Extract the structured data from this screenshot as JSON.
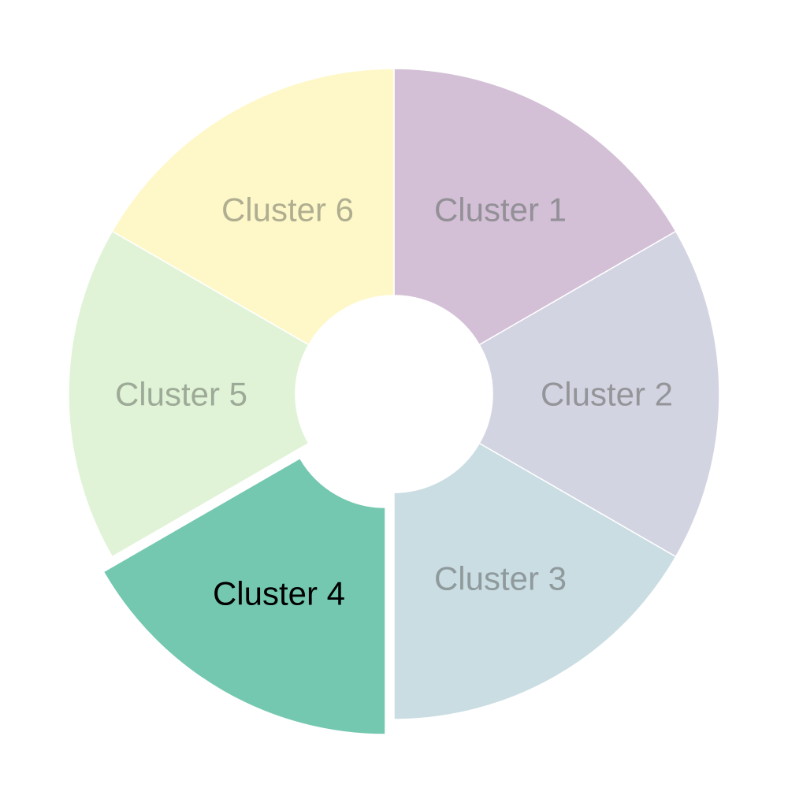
{
  "chart_data": {
    "type": "pie",
    "variant": "donut",
    "title": "",
    "categories": [
      "Cluster 1",
      "Cluster 2",
      "Cluster 3",
      "Cluster 4",
      "Cluster 5",
      "Cluster 6"
    ],
    "values": [
      1,
      1,
      1,
      1,
      1,
      1
    ],
    "colors": [
      "#d3c0d6",
      "#d3d4e2",
      "#cadde2",
      "#74c8b0",
      "#e0f3d7",
      "#fef8c9"
    ],
    "label_colors": [
      "#939097",
      "#949599",
      "#8f9a9d",
      "#000000",
      "#9caa97",
      "#b0ae90"
    ],
    "highlighted": "Cluster 4",
    "legend": "none"
  }
}
